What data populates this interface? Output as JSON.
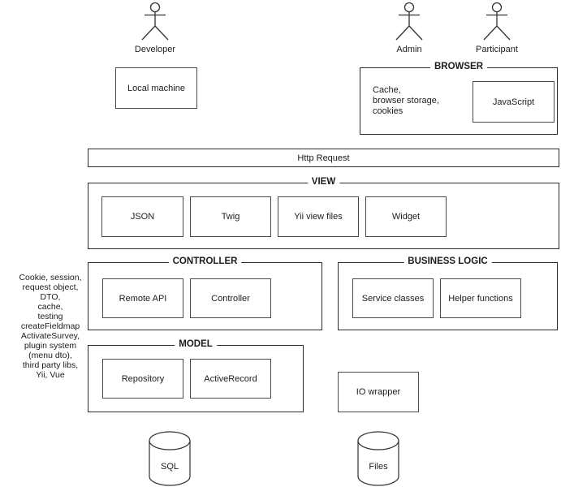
{
  "actors": [
    {
      "name": "Developer"
    },
    {
      "name": "Admin"
    },
    {
      "name": "Participant"
    }
  ],
  "nodes": {
    "local_machine": "Local machine",
    "http_request": "Http Request",
    "javascript": "JavaScript",
    "io_wrapper": "IO wrapper"
  },
  "browser": {
    "label": "BROWSER",
    "note_lines": [
      "Cache,",
      "browser storage,",
      "cookies"
    ]
  },
  "view": {
    "label": "VIEW",
    "items": [
      "JSON",
      "Twig",
      "Yii view files",
      "Widget"
    ]
  },
  "controller": {
    "label": "CONTROLLER",
    "items": [
      "Remote API",
      "Controller"
    ]
  },
  "business_logic": {
    "label": "BUSINESS LOGIC",
    "items": [
      "Service classes",
      "Helper functions"
    ]
  },
  "model": {
    "label": "MODEL",
    "items": [
      "Repository",
      "ActiveRecord"
    ]
  },
  "side_note": {
    "lines": [
      "Cookie, session,",
      "request object,",
      "DTO,",
      "cache,",
      "testing",
      "createFieldmap",
      "ActivateSurvey,",
      "plugin system",
      "(menu dto),",
      "third party libs,",
      "Yii, Vue"
    ]
  },
  "databases": [
    {
      "label": "SQL"
    },
    {
      "label": "Files"
    }
  ],
  "colors": {
    "line": "#2b2b2b",
    "inner_line": "#4a4a4a",
    "background": "#ffffff",
    "text": "#1c1c1c"
  }
}
